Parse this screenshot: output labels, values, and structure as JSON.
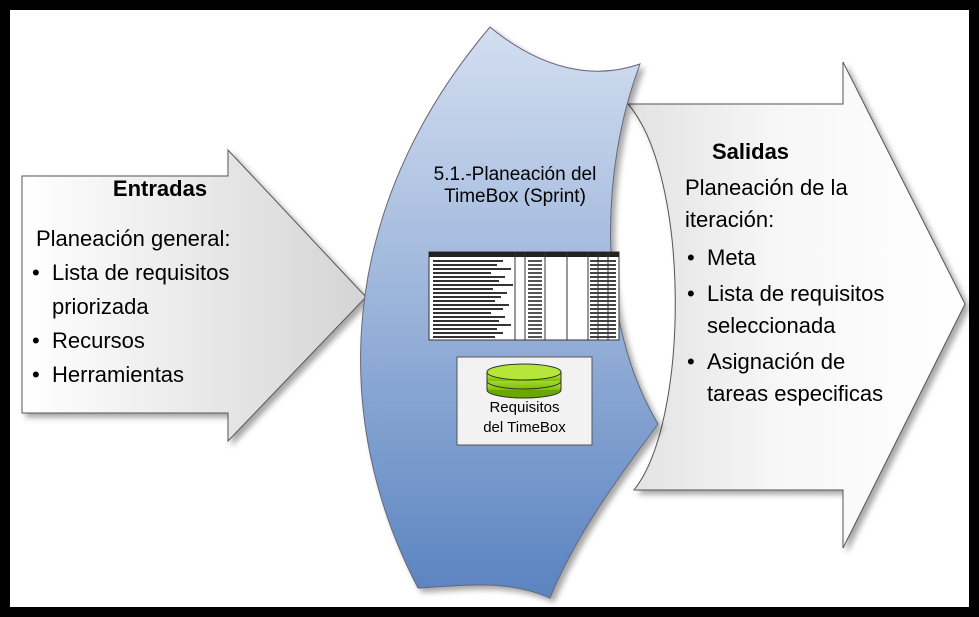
{
  "inputs": {
    "title": "Entradas",
    "intro": "Planeación general:",
    "items": [
      "Lista de requisitos priorizada",
      "Recursos",
      "Herramientas"
    ]
  },
  "center": {
    "title_line1": "5.1.-Planeación del",
    "title_line2": "TimeBox (Sprint)",
    "requirements_box": {
      "line1": "Requisitos",
      "line2": "del TimeBox"
    }
  },
  "outputs": {
    "title": "Salidas",
    "intro_line1": "Planeación de la",
    "intro_line2": "iteración:",
    "items": [
      "Meta",
      "Lista de requisitos seleccionada",
      "Asignación de tareas especificas"
    ]
  },
  "colors": {
    "frame": "#000000",
    "arrow_fill_light": "#ffffff",
    "arrow_fill_dark": "#d6d6d6",
    "center_top": "#c9d7ec",
    "center_bottom": "#5b84bf",
    "database_disk": "#8ed000"
  }
}
